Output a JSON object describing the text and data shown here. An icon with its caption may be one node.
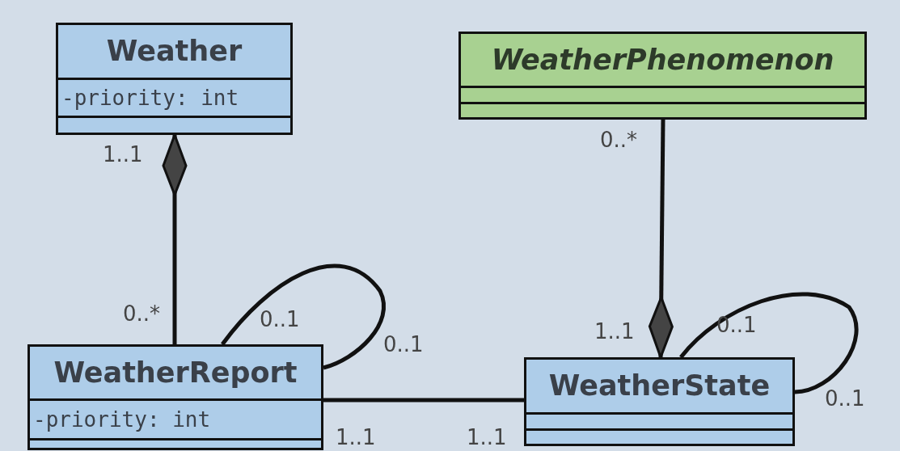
{
  "diagram": {
    "nodes": [
      {
        "text": [
          "Weather",
          "-priority: int"
        ]
      },
      {
        "text": [
          "WeatherPhenomenon"
        ]
      },
      {
        "text": [
          "WeatherReport",
          "-priority: int"
        ]
      },
      {
        "text": [
          "WeatherState"
        ]
      }
    ],
    "edges": [
      {
        "from": 2,
        "to": 0,
        "arrow": "other"
      },
      {
        "from": 1,
        "to": 3,
        "arrow": "other"
      },
      {
        "from": 2,
        "to": 2,
        "arrow": "none"
      },
      {
        "from": 3,
        "to": 3,
        "arrow": "none"
      },
      {
        "from": 2,
        "to": 3,
        "arrow": "none"
      }
    ],
    "labels": [
      "1..1",
      "0..*",
      "0..*",
      "0..1",
      "0..1",
      "1..1",
      "0..1",
      "0..1",
      "1..1",
      "1..1"
    ]
  }
}
